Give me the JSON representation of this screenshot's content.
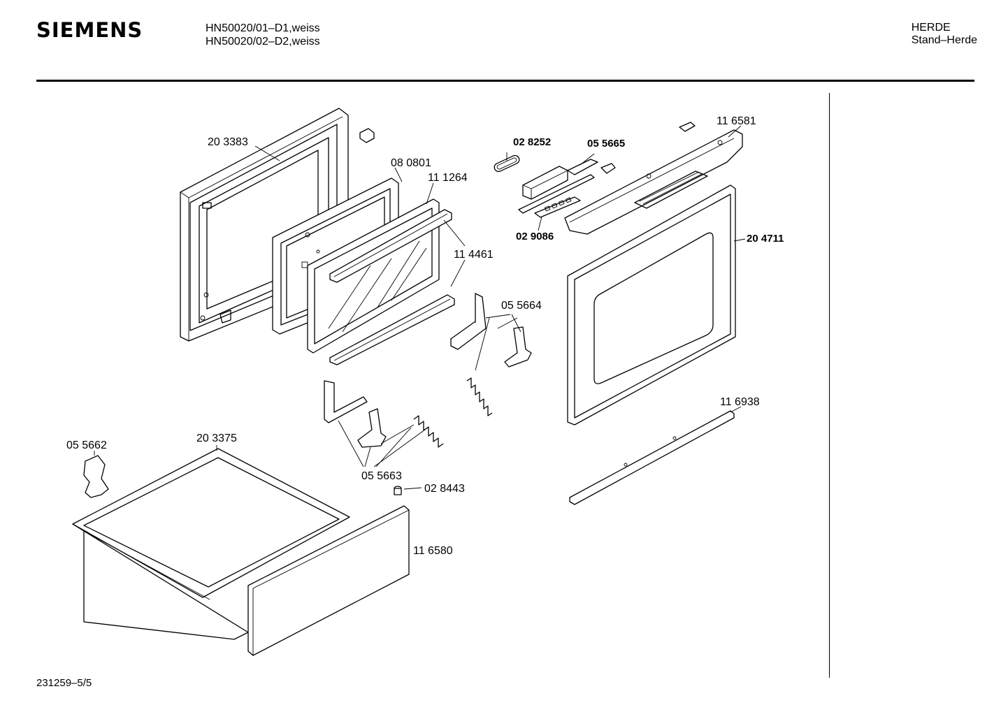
{
  "header": {
    "brand": "SIEMENS",
    "model_line_1": "HN50020/01–D1,weiss",
    "model_line_2": "HN50020/02–D2,weiss",
    "category_line_1": "HERDE",
    "category_line_2": "Stand–Herde"
  },
  "parts": {
    "p203383": "20 3383",
    "p080801": "08 0801",
    "p111264": "11 1264",
    "p114461": "11 4461",
    "p028252": "02 8252",
    "p055665": "05 5665",
    "p116581": "11 6581",
    "p029086": "02 9086",
    "p204711": "20 4711",
    "p055664": "05 5664",
    "p116938": "11 6938",
    "p055662": "05 5662",
    "p203375": "20 3375",
    "p055663": "05 5663",
    "p028443": "02 8443",
    "p116580": "11 6580"
  },
  "footer": {
    "doc_code": "231259–5/5"
  }
}
